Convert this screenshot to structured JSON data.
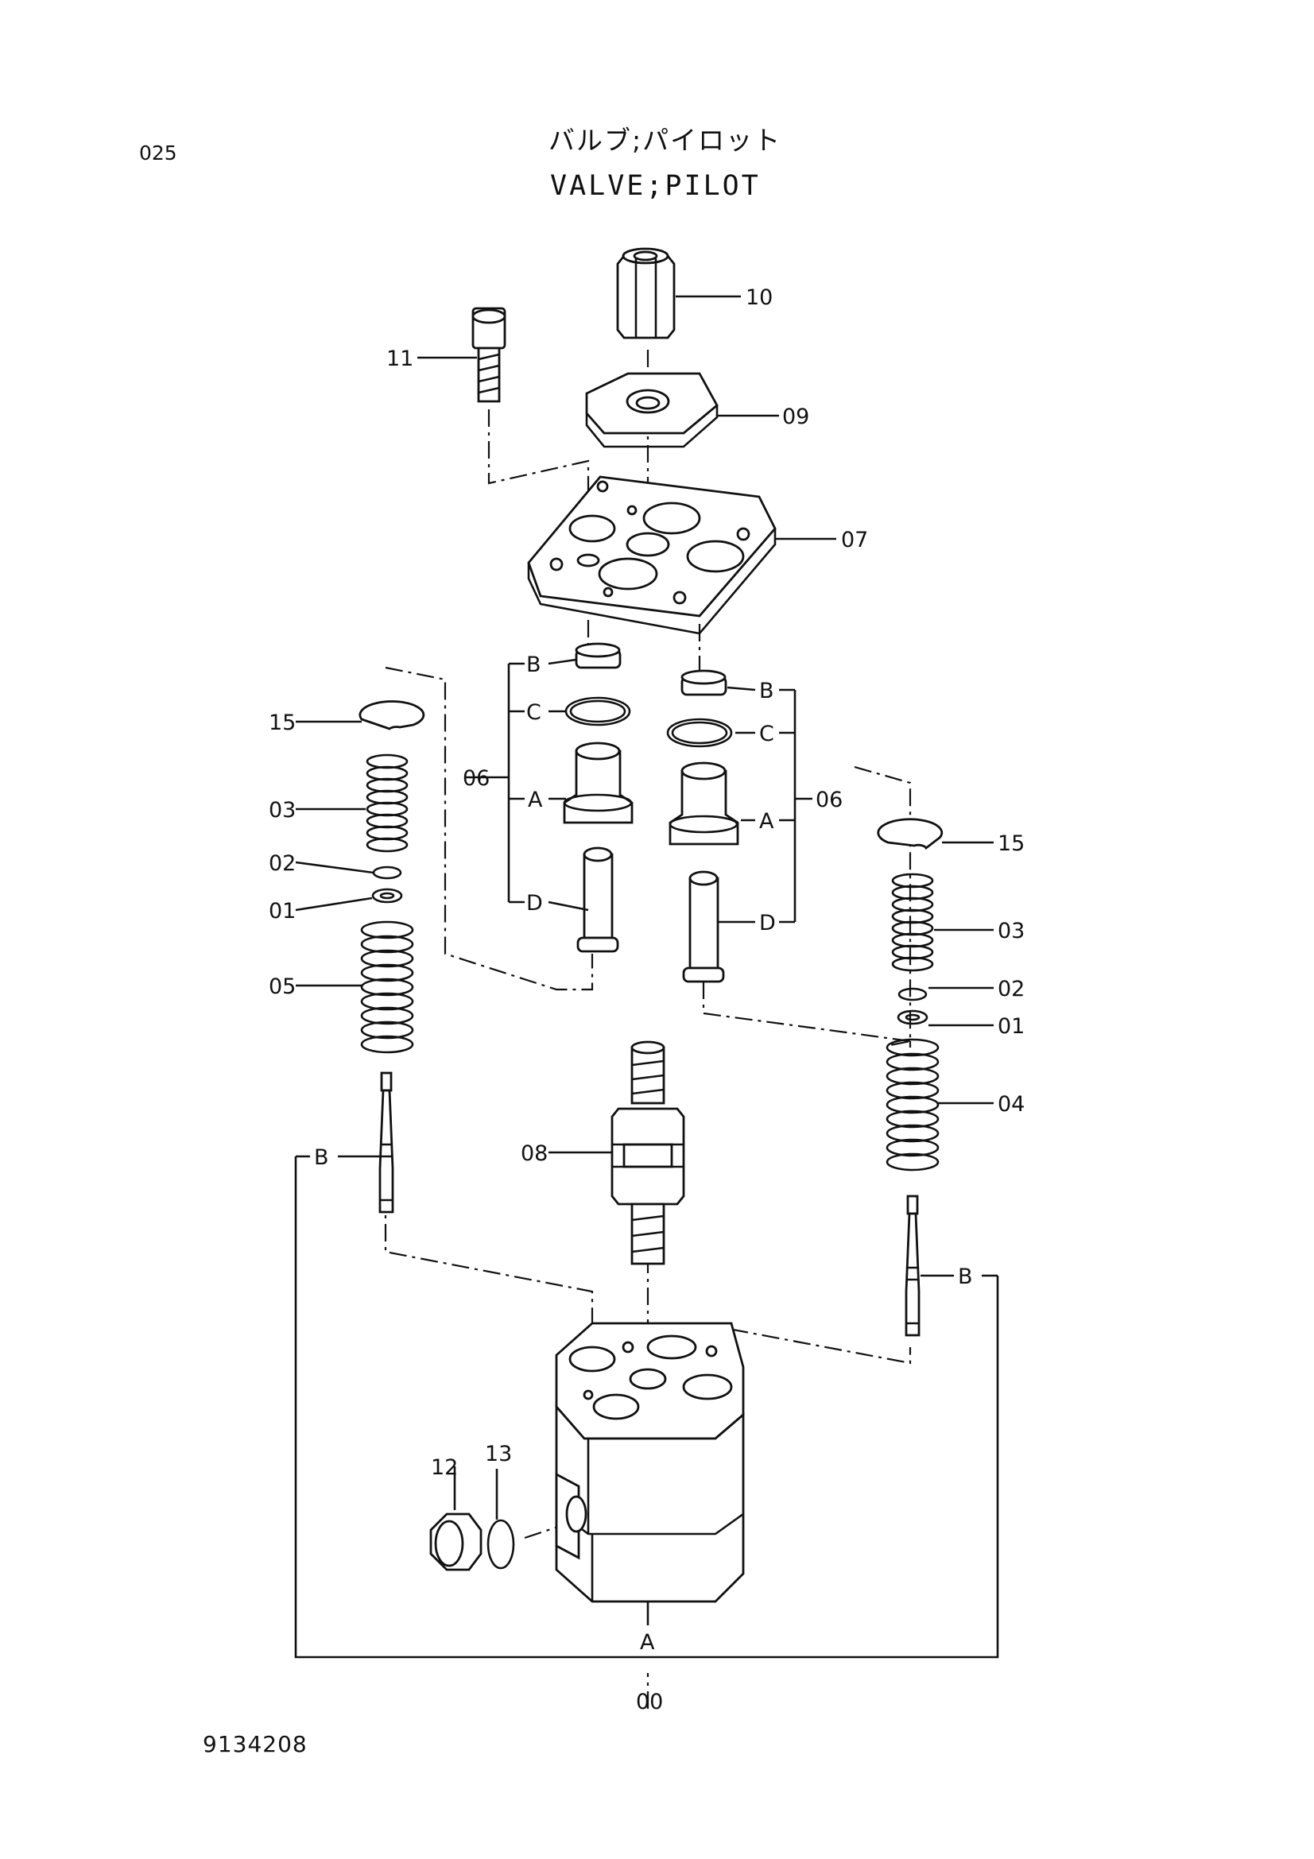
{
  "header": {
    "page_code": "025",
    "title_jp": "バルブ;パイロット",
    "title_en": "VALVE;PILOT"
  },
  "footer": {
    "document_number": "9134208"
  },
  "callouts": {
    "p00": "00",
    "p01": "01",
    "p02": "02",
    "p03": "03",
    "p04": "04",
    "p05": "05",
    "p06": "06",
    "p07": "07",
    "p08": "08",
    "p09": "09",
    "p10": "10",
    "p11": "11",
    "p12": "12",
    "p13": "13",
    "p15": "15",
    "sub_a": "A",
    "sub_b": "B",
    "sub_c": "C",
    "sub_d": "D"
  }
}
